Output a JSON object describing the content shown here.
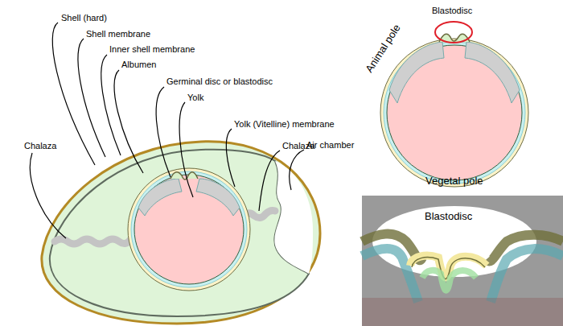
{
  "diagram": {
    "labels": [
      "Shell (hard)",
      "Shell membrane",
      "Inner shell membrane",
      "Albumen",
      "Germinal disc or blastodisc",
      "Yolk",
      "Yolk (Vitelline) membrane",
      "Chalaza",
      "Air chamber",
      "Chalaza",
      "Blastodisc",
      "Animal pole",
      "Vegetal pole",
      "Blastodisc"
    ]
  }
}
